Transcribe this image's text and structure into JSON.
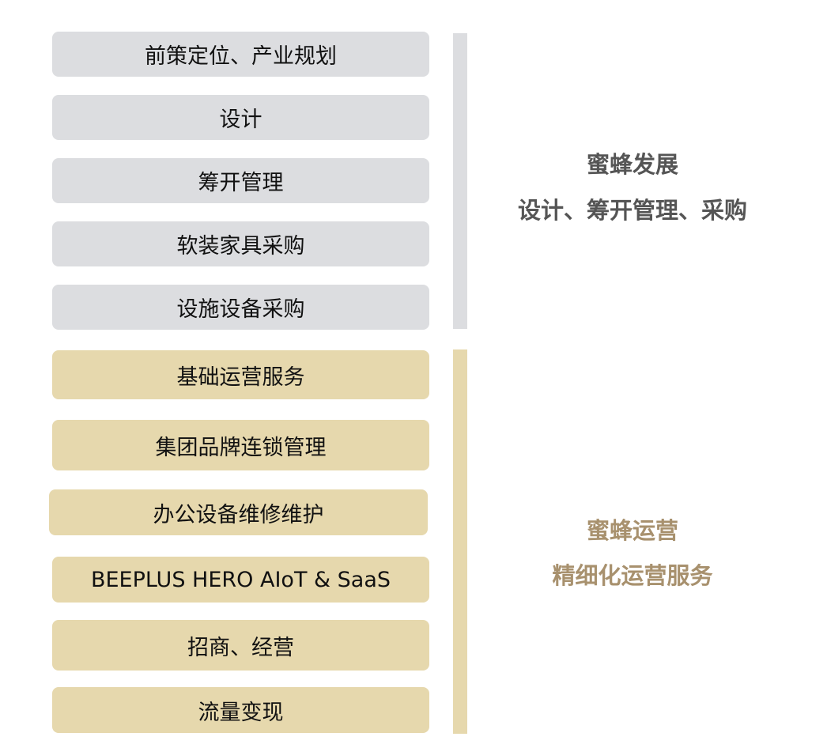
{
  "colors": {
    "gray": "#dcdde0",
    "tan": "#e6d8ad",
    "gray_text": "#555555",
    "tan_text": "#a8916e"
  },
  "development": {
    "items": [
      "前策定位、产业规划",
      "设计",
      "筹开管理",
      "软装家具采购",
      "设施设备采购"
    ],
    "title": "蜜蜂发展",
    "subtitle": "设计、筹开管理、采购"
  },
  "operation": {
    "items": [
      "基础运营服务",
      "集团品牌连锁管理",
      "办公设备维修维护",
      "BEEPLUS HERO AIoT & SaaS",
      "招商、经营",
      "流量变现"
    ],
    "title": "蜜蜂运营",
    "subtitle": "精细化运营服务"
  }
}
